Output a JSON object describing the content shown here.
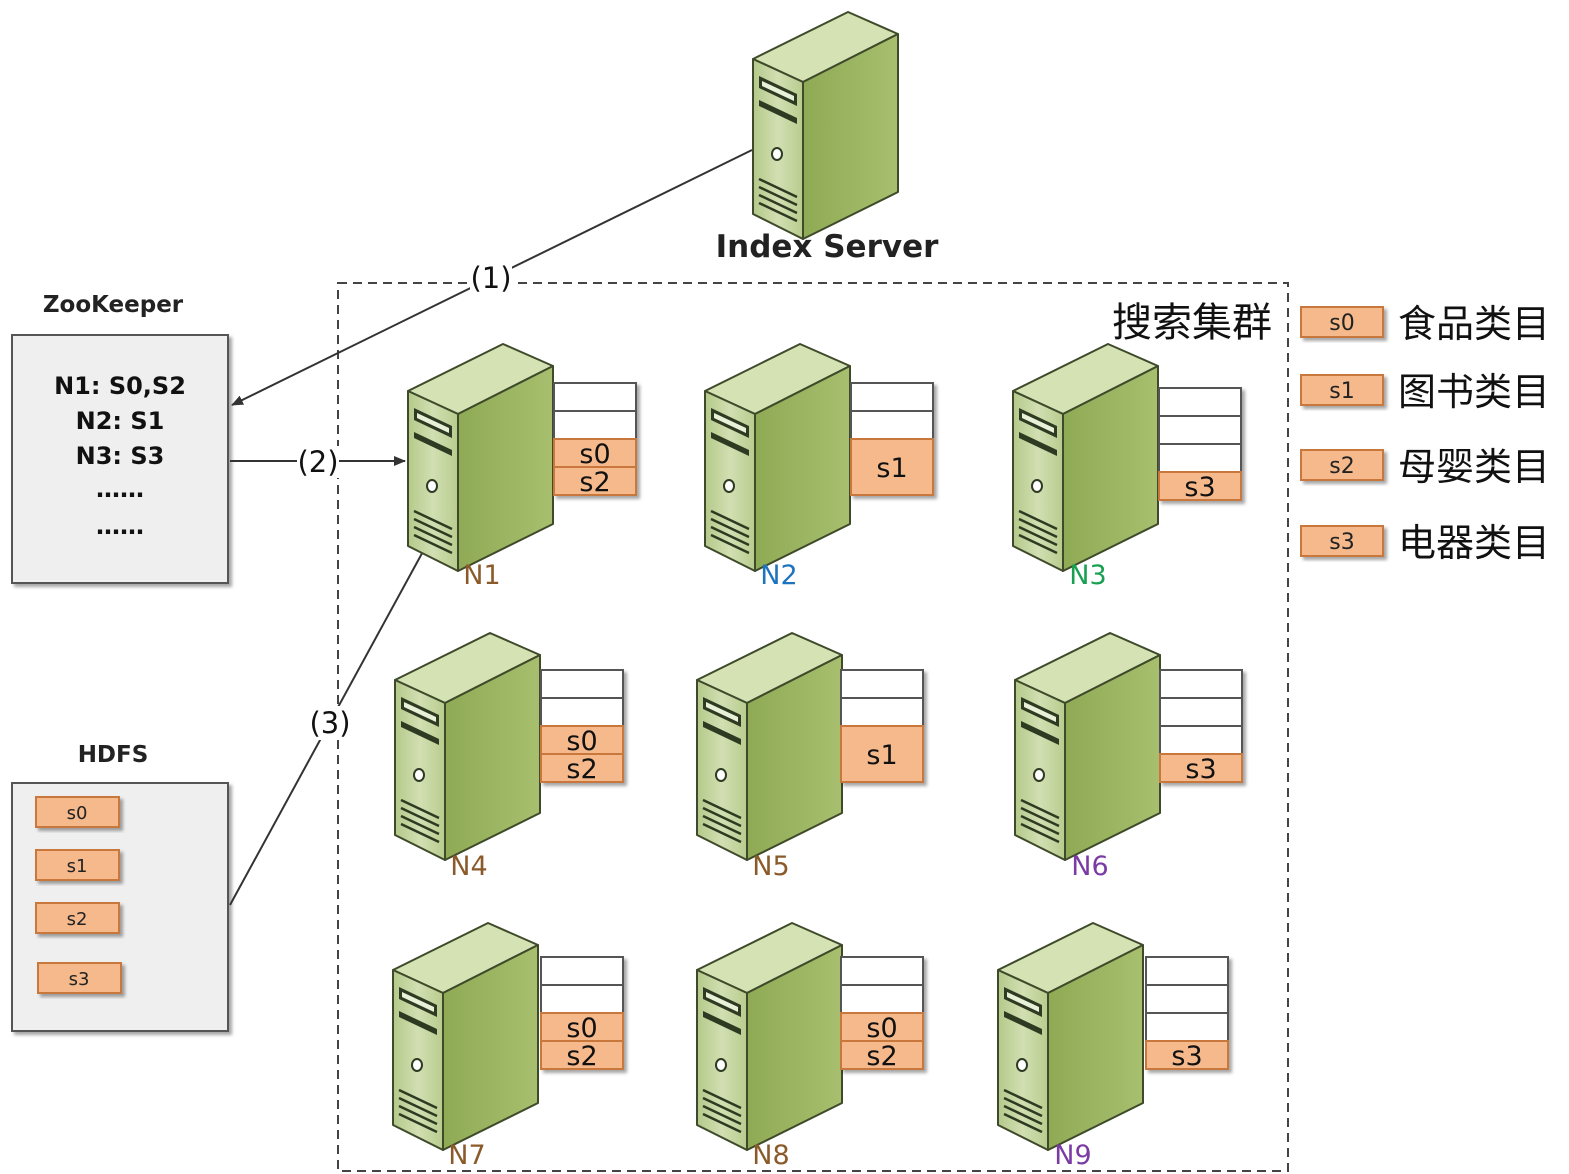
{
  "index_server": {
    "label": "Index Server"
  },
  "zookeeper": {
    "title": "ZooKeeper",
    "lines": [
      "N1: S0,S2",
      "N2: S1",
      "N3: S3",
      "……",
      "……"
    ]
  },
  "hdfs": {
    "title": "HDFS",
    "shards": [
      "s0",
      "s1",
      "s2",
      "s3"
    ]
  },
  "cluster": {
    "title": "搜索集群"
  },
  "arrows": {
    "a1": "(1)",
    "a2": "(2)",
    "a3": "(3)"
  },
  "legend": [
    {
      "shard": "s0",
      "text": "食品类目"
    },
    {
      "shard": "s1",
      "text": "图书类目"
    },
    {
      "shard": "s2",
      "text": "母婴类目"
    },
    {
      "shard": "s3",
      "text": "电器类目"
    }
  ],
  "nodes": [
    {
      "name": "N1",
      "color": "#8B5A2B",
      "layout": "s0s2"
    },
    {
      "name": "N2",
      "color": "#1E73BE",
      "layout": "s1"
    },
    {
      "name": "N3",
      "color": "#17A050",
      "layout": "s3"
    },
    {
      "name": "N4",
      "color": "#8B5A2B",
      "layout": "s0s2"
    },
    {
      "name": "N5",
      "color": "#8B5A2B",
      "layout": "s1"
    },
    {
      "name": "N6",
      "color": "#7A3BA5",
      "layout": "s3"
    },
    {
      "name": "N7",
      "color": "#8B5A2B",
      "layout": "s0s2"
    },
    {
      "name": "N8",
      "color": "#8B5A2B",
      "layout": "s0s2"
    },
    {
      "name": "N9",
      "color": "#7A3BA5",
      "layout": "s3"
    }
  ],
  "shard_labels": {
    "s0s2": [
      "s0",
      "s2"
    ],
    "s1": [
      "s1"
    ],
    "s3": [
      "s3"
    ]
  },
  "colors": {
    "shard_fill": "#F5B98C",
    "shard_stroke": "#C9783E",
    "server_front": "#C2D49A",
    "server_side": "#92AE58",
    "server_top": "#D7E4B8",
    "panel_fill": "#EFEFEF"
  }
}
